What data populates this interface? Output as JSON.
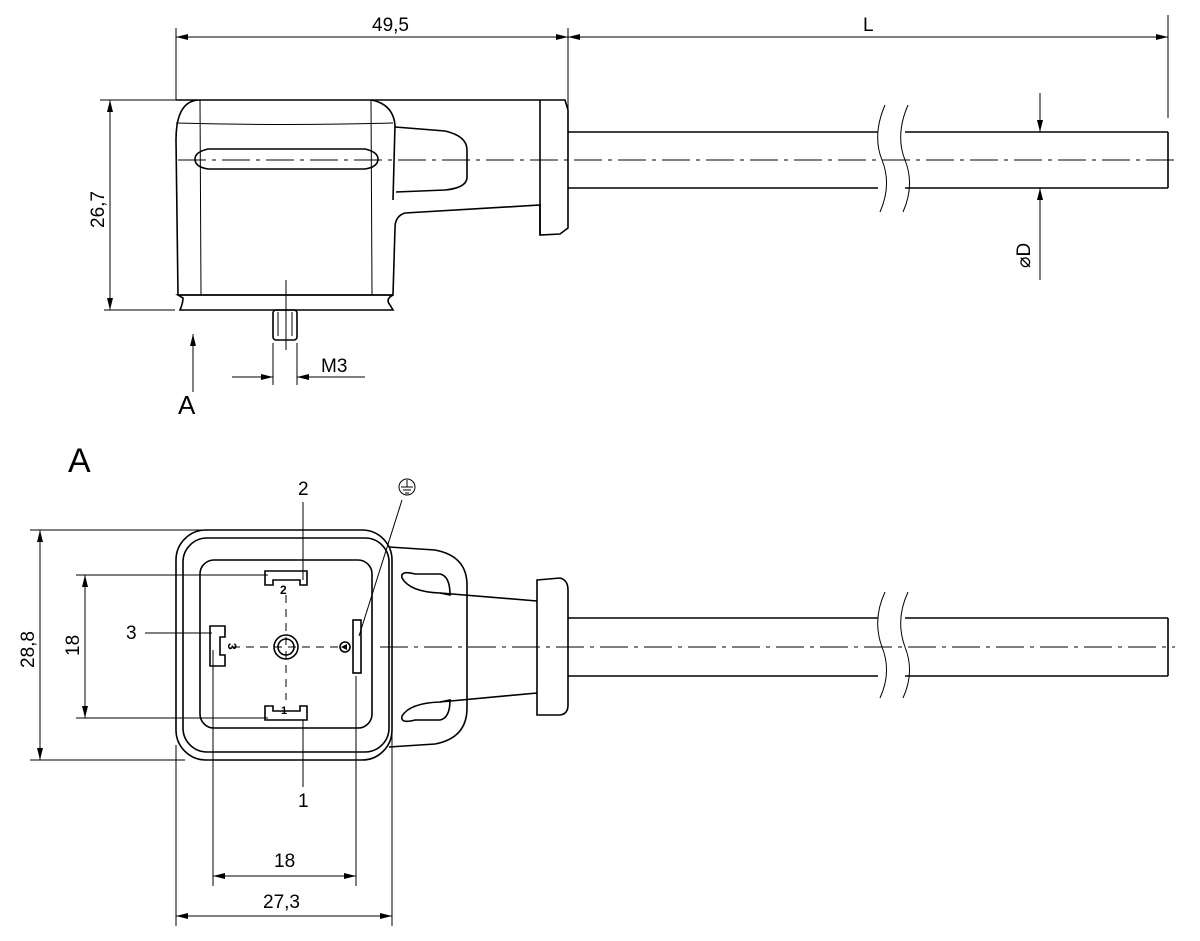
{
  "drawing": {
    "side_view": {
      "dim_length_body": "49,5",
      "dim_length_cable": "L",
      "dim_height": "26,7",
      "dim_cable_diameter": "⌀D",
      "dim_screw": "M3",
      "view_arrow_label": "A"
    },
    "front_view": {
      "view_title": "A",
      "pin_2_label": "2",
      "pin_1_label": "1",
      "pin_3_label": "3",
      "ground_label": "⏚",
      "pin_2_marking": "2",
      "pin_1_marking": "1",
      "pin_3_marking": "3",
      "dim_height_outer": "28,8",
      "dim_height_pins": "18",
      "dim_width_pins": "18",
      "dim_width_outer": "27,3"
    }
  }
}
